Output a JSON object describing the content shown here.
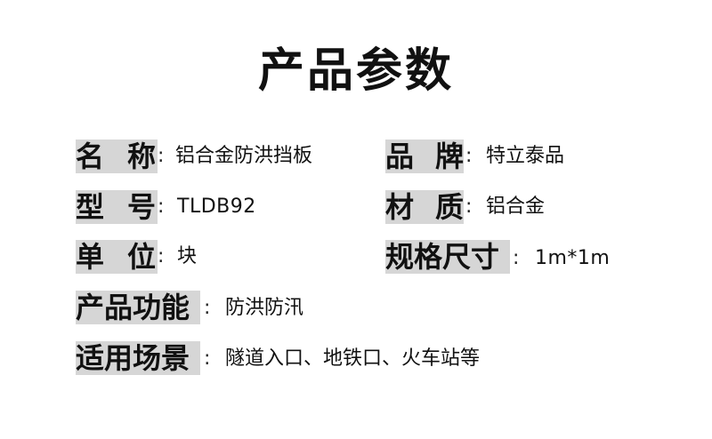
{
  "title": "产品参数",
  "rows": {
    "name": {
      "label_a": "名",
      "label_b": "称",
      "colon": ":",
      "value": "铝合金防洪挡板"
    },
    "brand": {
      "label_a": "品",
      "label_b": "牌",
      "colon": ":",
      "value": "特立泰品"
    },
    "model": {
      "label_a": "型",
      "label_b": "号",
      "colon": ":",
      "value": "TLDB92"
    },
    "material": {
      "label_a": "材",
      "label_b": "质",
      "colon": ":",
      "value": "铝合金"
    },
    "unit": {
      "label_a": "单",
      "label_b": "位",
      "colon": ":",
      "value": "块"
    },
    "size": {
      "label": "规格尺寸",
      "colon": ":",
      "value": "1m*1m"
    },
    "function": {
      "label": "产品功能",
      "colon": ":",
      "value": "防洪防汛"
    },
    "scenario": {
      "label": "适用场景",
      "colon": ":",
      "value": "隧道入口、地铁口、火车站等"
    }
  },
  "colors": {
    "label_bg": "#d6d6d6",
    "text": "#111111",
    "background": "#ffffff"
  }
}
